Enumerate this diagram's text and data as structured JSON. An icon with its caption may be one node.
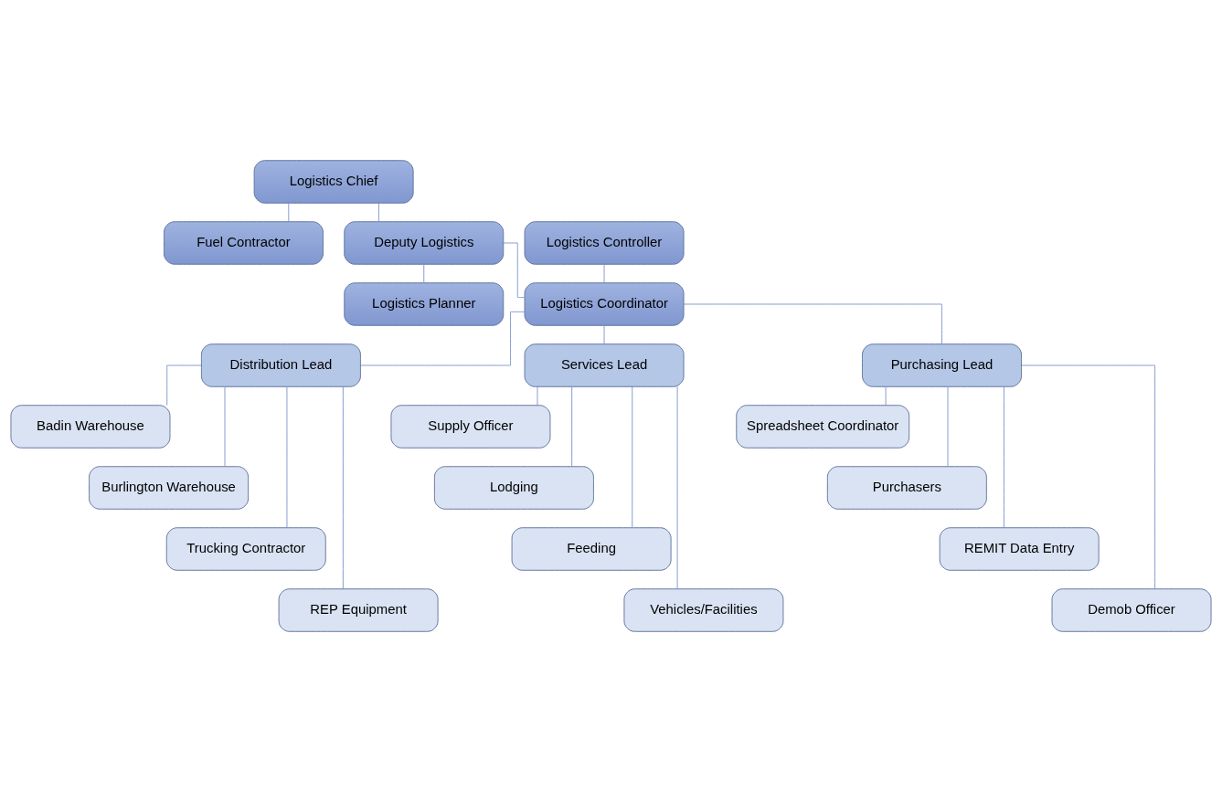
{
  "diagram": {
    "nodes": [
      {
        "text": [
          "Fuel Contractor"
        ]
      },
      {
        "text": [
          "Logistics Chief"
        ]
      },
      {
        "text": [
          "Logistics Planner"
        ]
      },
      {
        "text": [
          "Logistics Controller"
        ]
      },
      {
        "text": [
          "Deputy Logistics"
        ]
      },
      {
        "text": [
          "Logistics Coordinator"
        ]
      },
      {
        "text": [
          "Distribution Lead"
        ]
      },
      {
        "text": [
          "Services Lead"
        ]
      },
      {
        "text": [
          "Purchasing Lead"
        ]
      },
      {
        "text": [
          "Badin Warehouse"
        ]
      },
      {
        "text": [
          "Supply Officer"
        ]
      },
      {
        "text": [
          "Spreadsheet Coordinator"
        ]
      },
      {
        "text": [
          "Burlington Warehouse"
        ]
      },
      {
        "text": [
          "Lodging"
        ]
      },
      {
        "text": [
          "Purchasers"
        ]
      },
      {
        "text": [
          "Trucking Contractor"
        ]
      },
      {
        "text": [
          "Feeding"
        ]
      },
      {
        "text": [
          "REMIT Data Entry"
        ]
      },
      {
        "text": [
          "REP Equipment"
        ]
      },
      {
        "text": [
          "Vehicles/Facilities"
        ]
      },
      {
        "text": [
          "Demob Officer"
        ]
      }
    ],
    "edges": [
      {
        "from": 1,
        "to": 0,
        "arrow": "none"
      },
      {
        "from": 1,
        "to": 4,
        "arrow": "none"
      },
      {
        "from": 4,
        "to": 2,
        "arrow": "none"
      },
      {
        "from": 3,
        "to": 5,
        "arrow": "none"
      },
      {
        "from": 4,
        "to": 5,
        "arrow": "none"
      },
      {
        "from": 5,
        "to": 6,
        "arrow": "none"
      },
      {
        "from": 5,
        "to": 7,
        "arrow": "none"
      },
      {
        "from": 5,
        "to": 8,
        "arrow": "none"
      },
      {
        "from": 6,
        "to": 9,
        "arrow": "none"
      },
      {
        "from": 6,
        "to": 12,
        "arrow": "none"
      },
      {
        "from": 6,
        "to": 15,
        "arrow": "none"
      },
      {
        "from": 6,
        "to": 18,
        "arrow": "none"
      },
      {
        "from": 7,
        "to": 10,
        "arrow": "none"
      },
      {
        "from": 7,
        "to": 13,
        "arrow": "none"
      },
      {
        "from": 7,
        "to": 16,
        "arrow": "none"
      },
      {
        "from": 7,
        "to": 19,
        "arrow": "none"
      },
      {
        "from": 8,
        "to": 11,
        "arrow": "none"
      },
      {
        "from": 8,
        "to": 14,
        "arrow": "none"
      },
      {
        "from": 8,
        "to": 17,
        "arrow": "none"
      },
      {
        "from": 8,
        "to": 20,
        "arrow": "none"
      }
    ]
  }
}
